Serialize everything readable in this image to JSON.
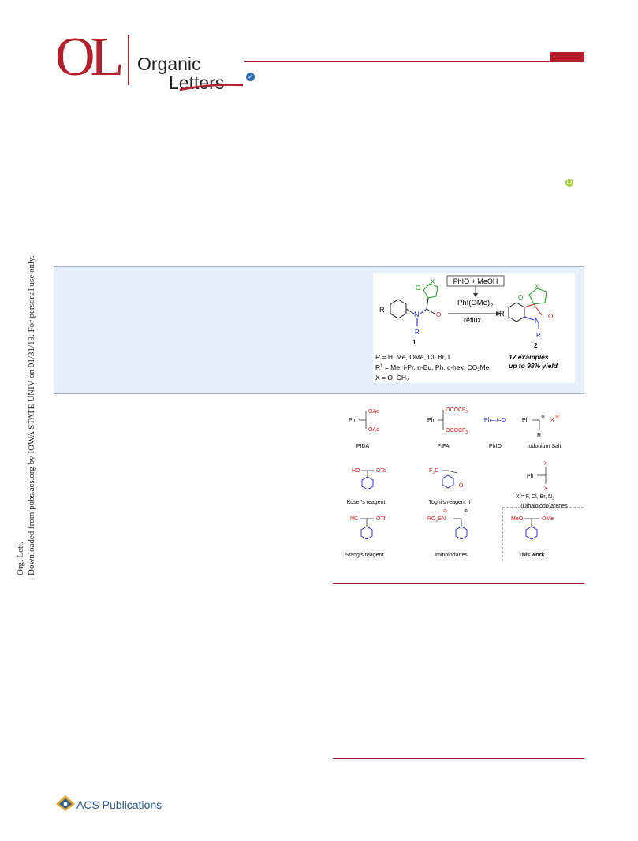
{
  "header": {
    "logo": "OL",
    "journal_line1": "Organic",
    "journal_line2": "Letters"
  },
  "side_note": {
    "line1": "Org. Lett.",
    "line2": "Downloaded from pubs.acs.org by IOWA STATE UNIV on 01/31/19. For personal use only."
  },
  "toc_graphic": {
    "reagent_box": "PhIO + MeOH",
    "intermediate": "PhI(OMe)",
    "intermediate_sub": "2",
    "condition": "reflux",
    "start_label": "1",
    "product_label": "2",
    "sub_r": "R = H, Me, OMe, Cl, Br, I",
    "sub_r1": "R",
    "sub_r1_sup": "1",
    "sub_r1_rest": " = Me, i-Pr, n-Bu, Ph, c-hex, CO",
    "sub_r1_tail": "Me",
    "sub_x": "X = O, CH",
    "highlight_1": "17 examples",
    "highlight_2": "up to 98% yield",
    "atom_o": "O",
    "atom_x": "X",
    "atom_n": "N",
    "atom_r": "R",
    "atom_r1": "R"
  },
  "figure": {
    "reagents": [
      {
        "name": "PIDA"
      },
      {
        "name": "PIFA"
      },
      {
        "name": "PhIO"
      },
      {
        "name": "Iodonium Salt"
      },
      {
        "name": "Koser's reagent"
      },
      {
        "name": "Togni's reagent II"
      },
      {
        "name": "(Dihaloiodo)arenes"
      },
      {
        "name": "Stang's reagent"
      },
      {
        "name": "Iminoiodanes"
      },
      {
        "name": "This work"
      }
    ],
    "text": {
      "oac": "OAc",
      "ph": "Ph",
      "ococf3": "OCOCF",
      "phio_formula": "Ph—I=O",
      "ho": "HO",
      "ots": "OTs",
      "f3c": "F",
      "nc": "NC",
      "otf": "OTf",
      "ro2sn": "RO",
      "meo": "MeO",
      "ome": "OMe",
      "x": "X",
      "r": "R",
      "o": "O",
      "halides": "X = F, Cl, Br, N",
      "plus": "⊕",
      "minus": "⊖"
    }
  },
  "footer": {
    "publisher": "ACS Publications"
  },
  "colors": {
    "brand_red": "#b41e2b",
    "abstract_bg": "#e5eef9",
    "chem_blue": "#1a1ad6",
    "chem_red": "#e01818",
    "chem_green": "#1e9e1e"
  }
}
